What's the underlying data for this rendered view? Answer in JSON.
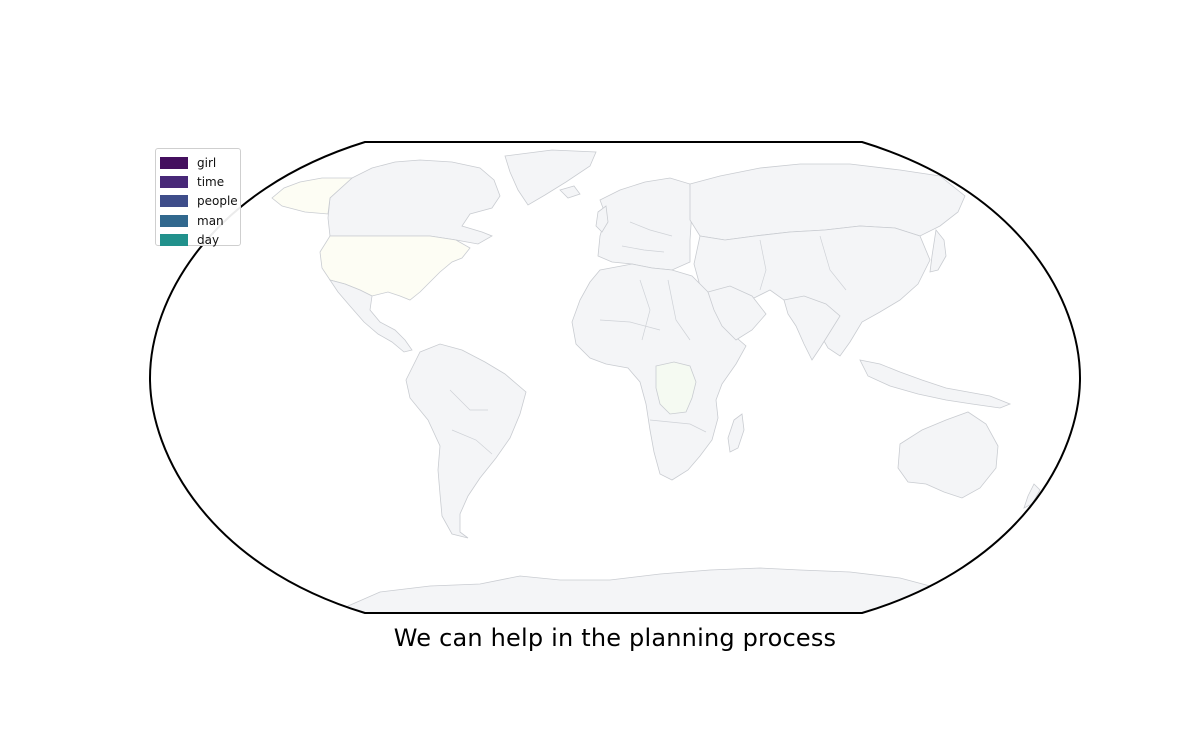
{
  "caption": "We can help in the planning process",
  "legend": {
    "items": [
      {
        "label": "girl",
        "color": "#440f5e"
      },
      {
        "label": "time",
        "color": "#482878"
      },
      {
        "label": "people",
        "color": "#3e4d8a"
      },
      {
        "label": "man",
        "color": "#31688e"
      },
      {
        "label": "day",
        "color": "#21918c"
      }
    ]
  },
  "map": {
    "projection": "Robinson (world)",
    "default_land_color": "#f4f5f7",
    "border_color": "#c9ccd1",
    "ocean_color": "#ffffff",
    "highlighted_regions": [
      {
        "region": "United States",
        "color": "#fdfdf4"
      },
      {
        "region": "Alaska",
        "color": "#fdfdf4"
      },
      {
        "region": "Democratic Republic of the Congo",
        "color": "#f5faf2"
      }
    ]
  }
}
